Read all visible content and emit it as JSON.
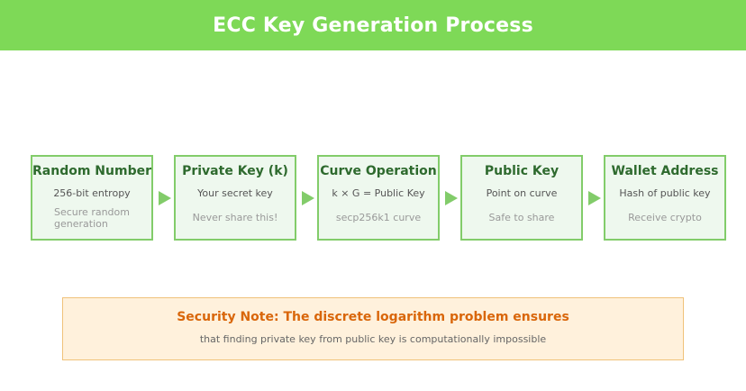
{
  "header": {
    "title": "ECC Key Generation Process"
  },
  "steps": [
    {
      "title": "Random Number",
      "description": "256-bit entropy",
      "note": "Secure random generation"
    },
    {
      "title": "Private Key (k)",
      "description": "Your secret key",
      "note": "Never share this!"
    },
    {
      "title": "Curve Operation",
      "description": "k × G = Public Key",
      "note": "secp256k1 curve"
    },
    {
      "title": "Public Key",
      "description": "Point on curve",
      "note": "Safe to share"
    },
    {
      "title": "Wallet Address",
      "description": "Hash of public key",
      "note": "Receive crypto"
    }
  ],
  "security_note": {
    "title": "Security Note: The discrete logarithm problem ensures",
    "text": "that finding private key from public key is computationally impossible"
  },
  "colors": {
    "header": "#7ed957",
    "step_border": "#82cc6a",
    "step_fill": "#eef8ee",
    "step_title": "#2e6a2e",
    "note_title": "#d9660a",
    "note_fill": "#fff1dc"
  }
}
